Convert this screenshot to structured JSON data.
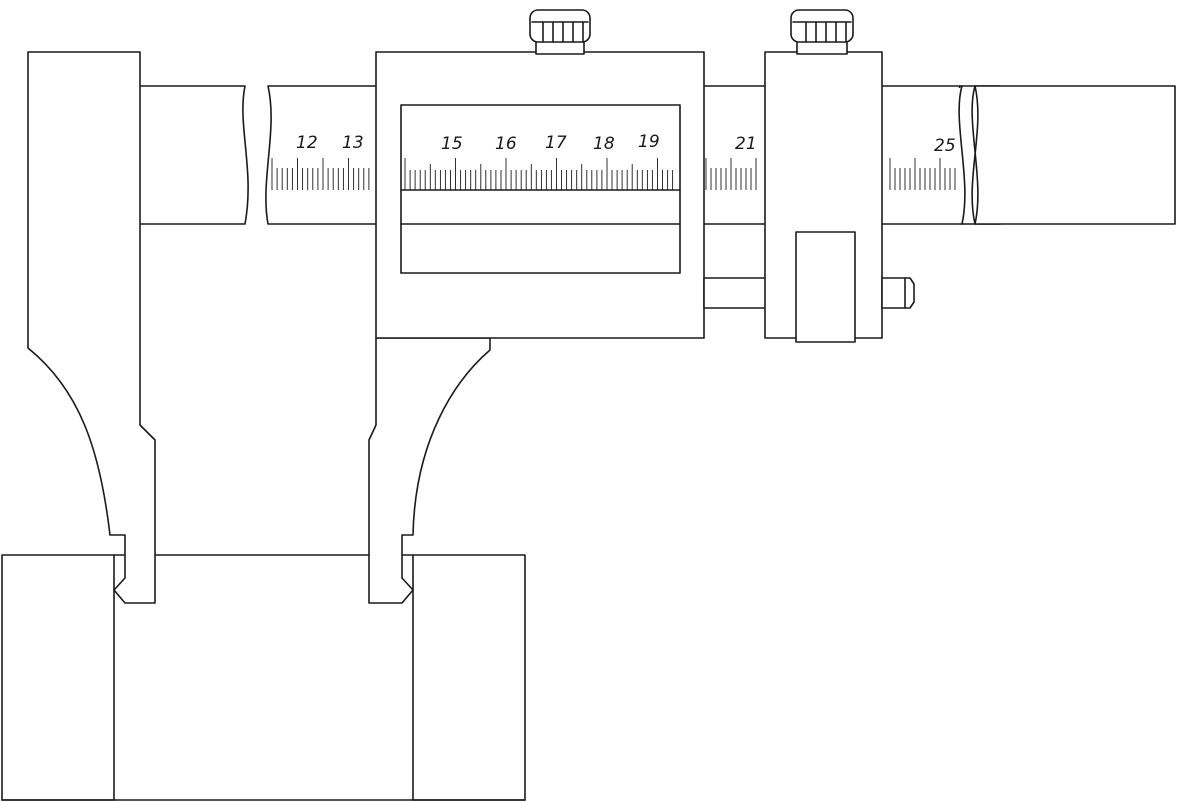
{
  "diagram": {
    "kind": "vernier-caliper-inside-measurement",
    "main_scale_numbers": [
      {
        "id": "12",
        "text": "12"
      },
      {
        "id": "13",
        "text": "13"
      },
      {
        "id": "15",
        "text": "15"
      },
      {
        "id": "16",
        "text": "16"
      },
      {
        "id": "17",
        "text": "17"
      },
      {
        "id": "18",
        "text": "18"
      },
      {
        "id": "19",
        "text": "19"
      },
      {
        "id": "21",
        "text": "21"
      },
      {
        "id": "25",
        "text": "25"
      }
    ],
    "colors": {
      "line": "#1a1a1a",
      "background": "#ffffff"
    },
    "hatched_workpiece": true
  }
}
